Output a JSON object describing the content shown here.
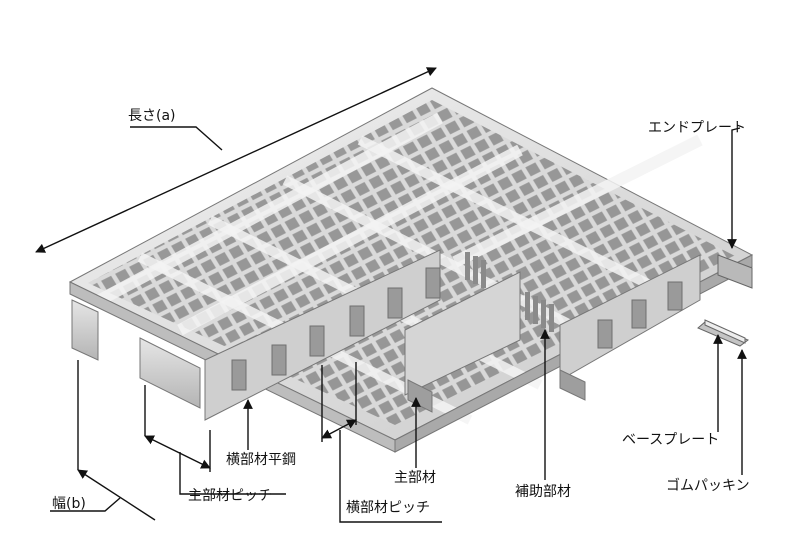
{
  "labels": {
    "length": "長さ(a)",
    "end_plate": "エンドプレート",
    "cross_bar_flat_steel": "横部材平鋼",
    "main_bar": "主部材",
    "auxiliary_bar": "補助部材",
    "base_plate": "ベースプレート",
    "main_bar_pitch": "主部材ピッチ",
    "width": "幅(b)",
    "cross_bar_pitch": "横部材ピッチ",
    "rubber_packing": "ゴムパッキン"
  }
}
